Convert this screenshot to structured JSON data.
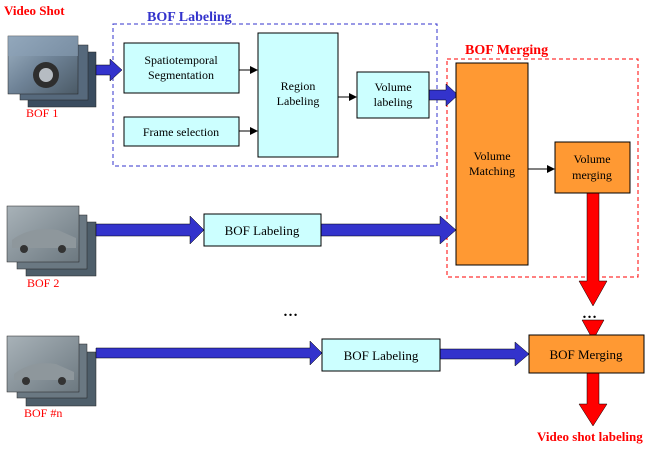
{
  "titles": {
    "video_shot": "Video Shot",
    "bof_labeling": "BOF Labeling",
    "bof_merging": "BOF Merging",
    "video_shot_labeling": "Video shot labeling"
  },
  "bof_names": {
    "bof1": "BOF 1",
    "bof2": "BOF 2",
    "bofn": "BOF #n"
  },
  "boxes": {
    "spatiotemporal_line1": "Spatiotemporal",
    "spatiotemporal_line2": "Segmentation",
    "frame_selection": "Frame selection",
    "region_line1": "Region",
    "region_line2": "Labeling",
    "volume_labeling_line1": "Volume",
    "volume_labeling_line2": "labeling",
    "volume_matching_line1": "Volume",
    "volume_matching_line2": "Matching",
    "volume_merging_line1": "Volume",
    "volume_merging_line2": "merging",
    "bof_labeling_2": "BOF Labeling",
    "bof_labeling_n": "BOF Labeling",
    "bof_merging_n": "BOF Merging"
  },
  "ellipsis_middle": "…",
  "ellipsis_right": "…",
  "colors": {
    "cyan_box": "#ccffff",
    "orange_box": "#ff9933",
    "blue_arrow": "#3333cc",
    "red_arrow": "#ff0000",
    "blue_title": "#3333cc",
    "red_title": "#ff0000"
  }
}
